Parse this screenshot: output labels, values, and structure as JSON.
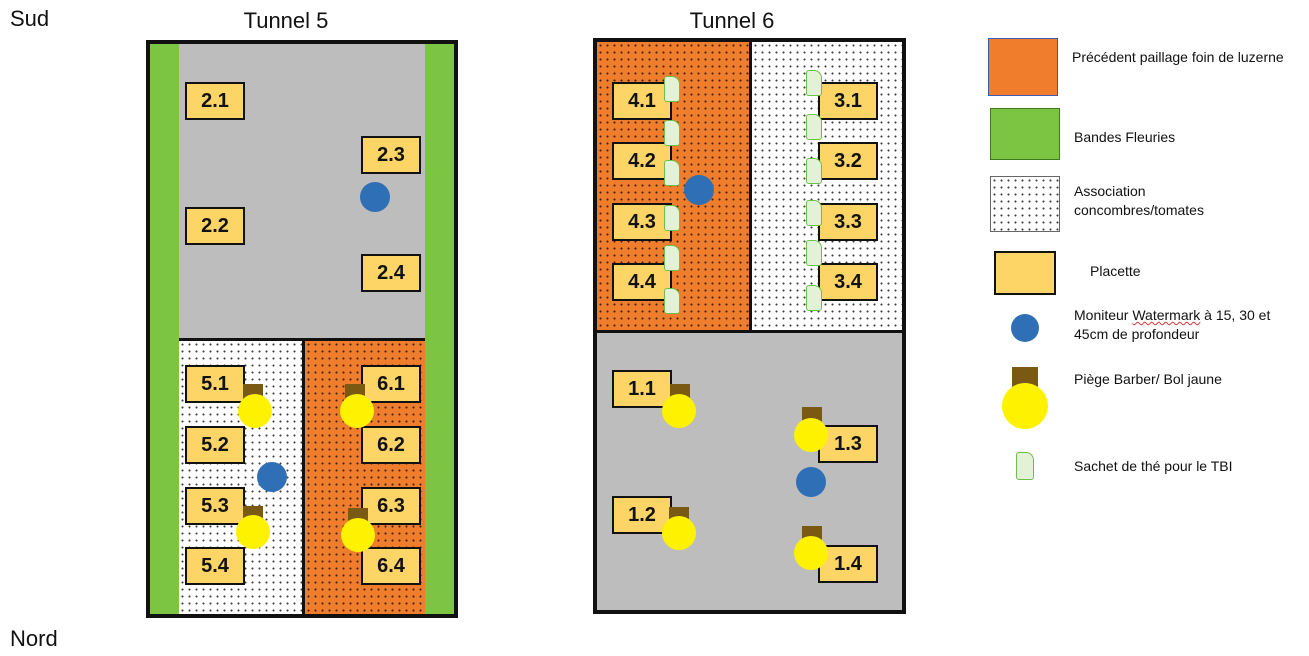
{
  "corners": {
    "south": "Sud",
    "north": "Nord"
  },
  "tunnels": [
    {
      "title": "Tunnel 5",
      "plots": [
        "2.1",
        "2.2",
        "2.3",
        "2.4",
        "5.1",
        "5.2",
        "5.3",
        "5.4",
        "6.1",
        "6.2",
        "6.3",
        "6.4"
      ]
    },
    {
      "title": "Tunnel 6",
      "plots": [
        "4.1",
        "4.2",
        "4.3",
        "4.4",
        "3.1",
        "3.2",
        "3.3",
        "3.4",
        "1.1",
        "1.2",
        "1.3",
        "1.4"
      ]
    }
  ],
  "legend": {
    "mulch": "Précédent paillage foin de luzerne",
    "flower_strips": "Bandes Fleuries",
    "association": "Association concombres/tomates",
    "plot": "Placette",
    "monitor_prefix": "Moniteur ",
    "monitor_word": "Watermark",
    "monitor_suffix": " à 15, 30 et 45cm de profondeur",
    "trap": "Piège Barber/ Bol jaune",
    "tea_bag": "Sachet de thé pour le TBI"
  },
  "colors": {
    "mulch": "#ef7d2c",
    "flower_strips": "#7cc542",
    "plot": "#fcd566",
    "monitor": "#2f6fb5",
    "trap": "#fff200",
    "trap_top": "#7a5a12",
    "tea_bag": "#e3f2d6",
    "gray_zone": "#bdbdbd"
  }
}
